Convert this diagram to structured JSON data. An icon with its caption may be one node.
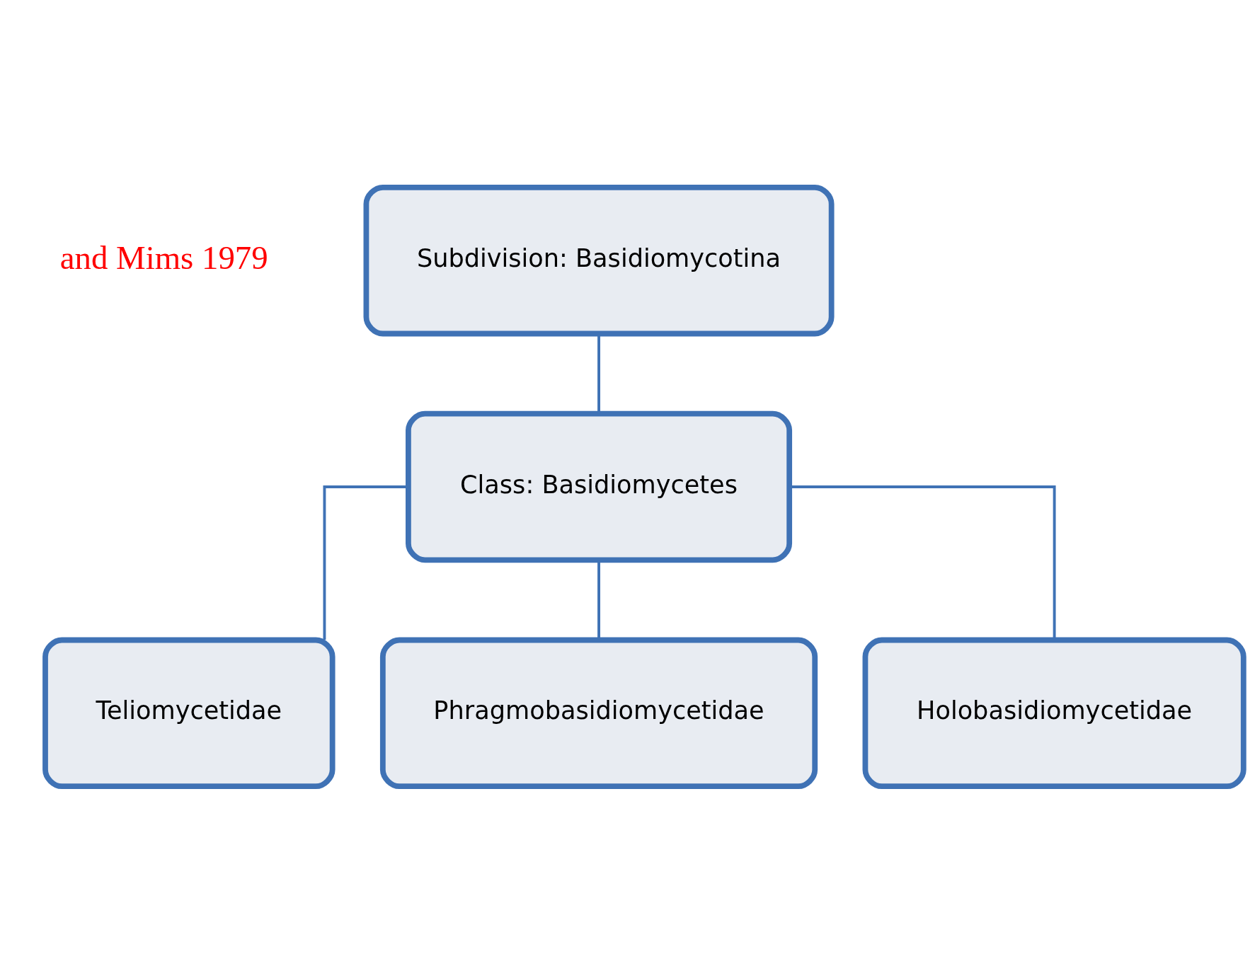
{
  "diagram": {
    "nodes": [
      {
        "text": [
          "Subdivision: Basidiomycotina"
        ]
      },
      {
        "text": [
          "Class: Basidiomycetes"
        ]
      },
      {
        "text": [
          "Teliomycetidae"
        ]
      },
      {
        "text": [
          "Phragmobasidiomycetidae"
        ]
      },
      {
        "text": [
          "Holobasidiomycetidae"
        ]
      }
    ],
    "edges": [
      {
        "from": 0,
        "to": 1,
        "arrow": "none"
      },
      {
        "from": 1,
        "to": 2,
        "arrow": "none"
      },
      {
        "from": 1,
        "to": 3,
        "arrow": "none"
      },
      {
        "from": 1,
        "to": 4,
        "arrow": "none"
      }
    ],
    "labels": [
      "and Mims 1979"
    ]
  }
}
